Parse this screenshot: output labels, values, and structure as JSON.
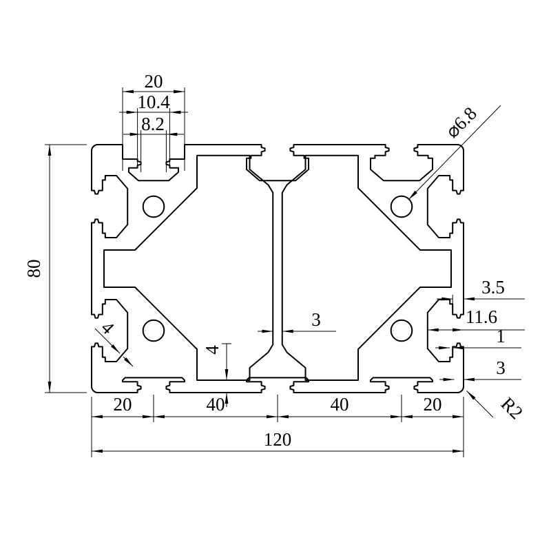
{
  "drawing": {
    "description": "Technical cross-section drawing of an 80x120 T-slot aluminum extrusion profile",
    "colors": {
      "line": "#000000",
      "background": "#ffffff"
    },
    "dims": {
      "top_outer": "20",
      "top_mid": "10.4",
      "top_opening": "8.2",
      "height": "80",
      "hole": "⌀6.8",
      "lip": "3.5",
      "depth": "11.6",
      "nub": "1",
      "wall": "3",
      "radius": "R2",
      "web": "3",
      "slot_wall": "4",
      "floor_wall": "4",
      "b1": "20",
      "b2": "40",
      "b3": "40",
      "b4": "20",
      "width": "120"
    }
  }
}
